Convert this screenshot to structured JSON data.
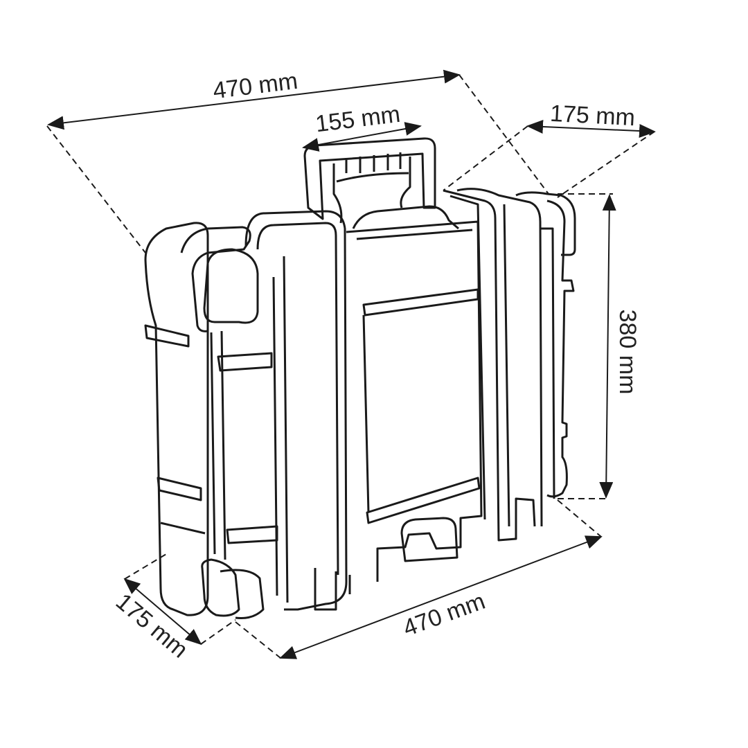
{
  "dimensions": {
    "total_width_top": "470 mm",
    "handle_width": "155 mm",
    "depth_top": "175 mm",
    "height": "380 mm",
    "total_width_bottom": "470 mm",
    "depth_bottom": "175 mm"
  },
  "colors": {
    "line": "#1a1a1a",
    "background": "#ffffff"
  }
}
